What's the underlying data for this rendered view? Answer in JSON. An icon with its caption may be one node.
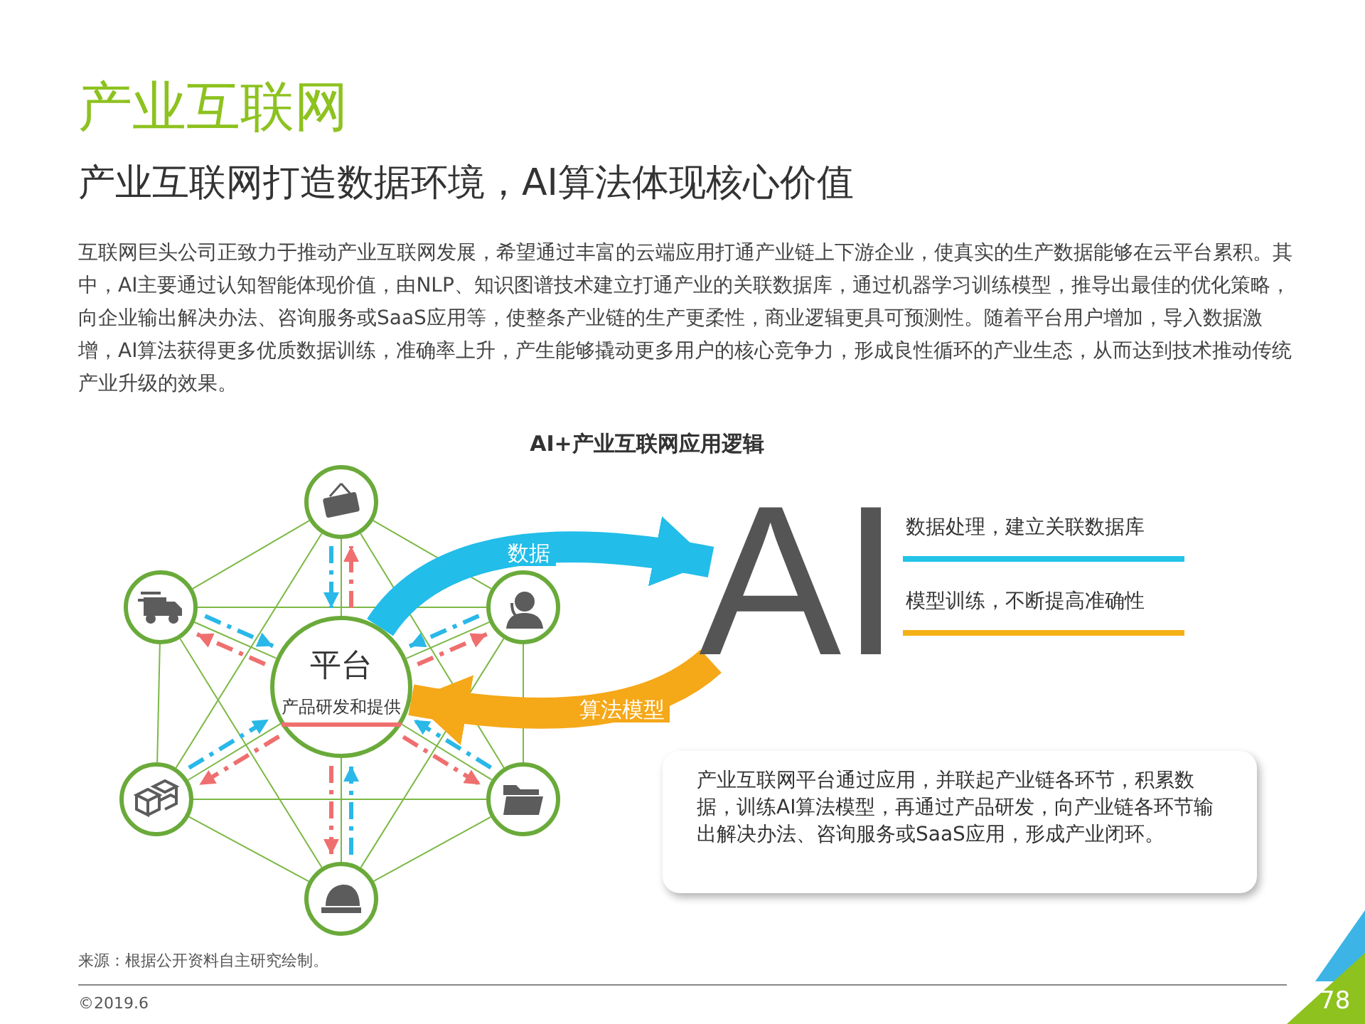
{
  "diagram": {
    "title": "产业互联网",
    "nodes": [
      {
        "text": [
          "平台",
          "产品研发和提供"
        ]
      },
      {
        "text": [],
        "shape": "circle"
      },
      {
        "text": [],
        "shape": "circle"
      },
      {
        "text": [],
        "shape": "circle"
      },
      {
        "text": [],
        "shape": "circle"
      },
      {
        "text": [],
        "shape": "circle"
      },
      {
        "text": [],
        "shape": "circle"
      },
      {
        "text": [
          "AI"
        ]
      },
      {
        "text": [
          "产业互联网平台通过应用，并联起产业链各环节，积累数据，训练AI算法模型，再通过产品研发，向产业链各环节输出解决办法、咨询服务或SaaS应用，形成产业闭环。"
        ]
      }
    ],
    "edges": [
      {
        "from": 0,
        "to": 1,
        "arrow": "none"
      },
      {
        "from": 0,
        "to": 2,
        "arrow": "none"
      },
      {
        "from": 0,
        "to": 3,
        "arrow": "none"
      },
      {
        "from": 0,
        "to": 4,
        "arrow": "none"
      },
      {
        "from": 0,
        "to": 5,
        "arrow": "none"
      },
      {
        "from": 0,
        "to": 6,
        "arrow": "none"
      },
      {
        "from": 1,
        "to": 2,
        "arrow": "none"
      },
      {
        "from": 1,
        "to": 3,
        "arrow": "none"
      },
      {
        "from": 2,
        "to": 4,
        "arrow": "none"
      },
      {
        "from": 3,
        "to": 5,
        "arrow": "none"
      },
      {
        "from": 4,
        "to": 6,
        "arrow": "none"
      },
      {
        "from": 5,
        "to": 6,
        "arrow": "none"
      },
      {
        "from": 2,
        "to": 3,
        "arrow": "none"
      },
      {
        "from": 4,
        "to": 5,
        "arrow": "none"
      },
      {
        "from": 1,
        "to": 4,
        "arrow": "none"
      },
      {
        "from": 1,
        "to": 5,
        "arrow": "none"
      },
      {
        "from": 2,
        "to": 6,
        "arrow": "none"
      },
      {
        "from": 3,
        "to": 6,
        "arrow": "none"
      },
      {
        "from": 0,
        "to": 1,
        "arrow": "to",
        "style": "dashed",
        "color": "#ef6f6f"
      },
      {
        "from": 1,
        "to": 0,
        "arrow": "to",
        "style": "dashed",
        "color": "#29b8e8"
      },
      {
        "from": 2,
        "to": 0,
        "arrow": "to",
        "style": "dashed",
        "color": "#29b8e8"
      },
      {
        "from": 0,
        "to": 2,
        "arrow": "to",
        "style": "dashed",
        "color": "#ef6f6f"
      },
      {
        "from": 0,
        "to": 3,
        "arrow": "to",
        "style": "dashed",
        "color": "#ef6f6f"
      },
      {
        "from": 3,
        "to": 0,
        "arrow": "to",
        "style": "dashed",
        "color": "#29b8e8"
      },
      {
        "from": 4,
        "to": 0,
        "arrow": "to",
        "style": "dashed",
        "color": "#29b8e8"
      },
      {
        "from": 0,
        "to": 4,
        "arrow": "to",
        "style": "dashed",
        "color": "#ef6f6f"
      },
      {
        "from": 0,
        "to": 5,
        "arrow": "to",
        "style": "dashed",
        "color": "#ef6f6f"
      },
      {
        "from": 5,
        "to": 0,
        "arrow": "to",
        "style": "dashed",
        "color": "#29b8e8"
      },
      {
        "from": 0,
        "to": 6,
        "arrow": "to",
        "style": "dashed",
        "color": "#ef6f6f"
      },
      {
        "from": 6,
        "to": 0,
        "arrow": "to",
        "style": "dashed",
        "color": "#29b8e8"
      },
      {
        "from": 0,
        "to": 7,
        "arrow": "to",
        "label": "数据",
        "style": "thick",
        "color": "#22bde9"
      },
      {
        "from": 7,
        "to": 0,
        "arrow": "to",
        "label": "算法模型",
        "style": "thick",
        "color": "#f5a818"
      }
    ],
    "labels": [
      "产业互联网打造数据环境，AI算法体现核心价值",
      "互联网巨头公司正致力于推动产业互联网发展，希望通过丰富的云端应用打通产业链上下游企业，使真实的生产数据能够在云平台累积。其中，AI主要通过认知智能体现价值，由NLP、知识图谱技术建立打通产业的关联数据库，通过机器学习训练模型，推导出最佳的优化策略，向企业输出解决办法、咨询服务或SaaS应用等，使整条产业链的生产更柔性，商业逻辑更具可预测性。随着平台用户增加，导入数据激增，AI算法获得更多优质数据训练，准确率上升，产生能够撬动更多用户的核心竞争力，形成良性循环的产业生态，从而达到技术推动传统产业升级的效果。",
      "AI+产业互联网应用逻辑",
      "数据处理，建立关联数据库",
      "模型训练，不断提高准确性",
      "来源：根据公开资料自主研究绘制。",
      "©2019.6",
      "78"
    ]
  }
}
